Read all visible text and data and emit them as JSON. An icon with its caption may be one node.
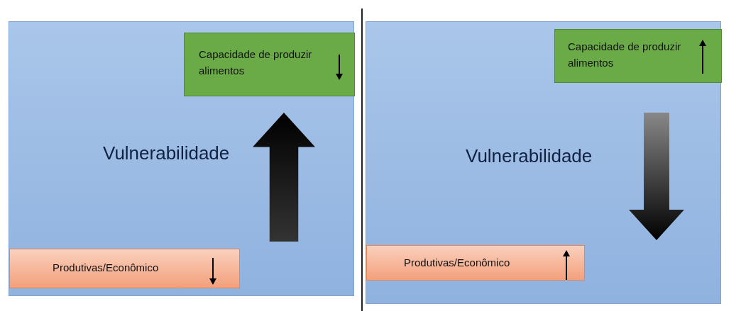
{
  "diagram": {
    "nodes": [
      {
        "text": [
          "Vulnerabilidade"
        ]
      },
      {
        "text": [
          "Capacidade de produzir alimentos"
        ],
        "in": 0
      },
      {
        "text": [
          "Produtivas/Econômico"
        ],
        "in": 0
      },
      {
        "text": [
          "Vulnerabilidade"
        ]
      },
      {
        "text": [
          "Capacidade de produzir alimentos"
        ],
        "in": 3
      },
      {
        "text": [
          "Produtivas/Econômico"
        ],
        "in": 3
      }
    ]
  }
}
